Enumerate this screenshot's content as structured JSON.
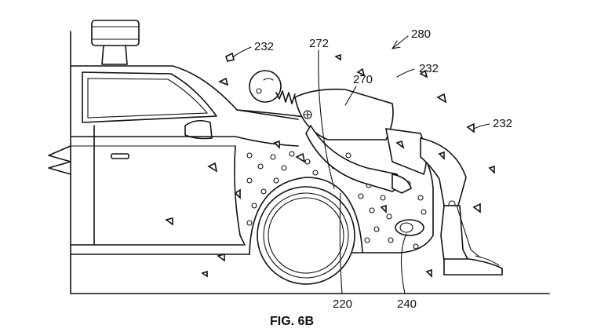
{
  "figure": {
    "caption": "FIG. 6B",
    "labels": {
      "l280": "280",
      "l272": "272",
      "l270": "270",
      "l232a": "232",
      "l232b": "232",
      "l232c": "232",
      "l220": "220",
      "l240": "240"
    }
  }
}
